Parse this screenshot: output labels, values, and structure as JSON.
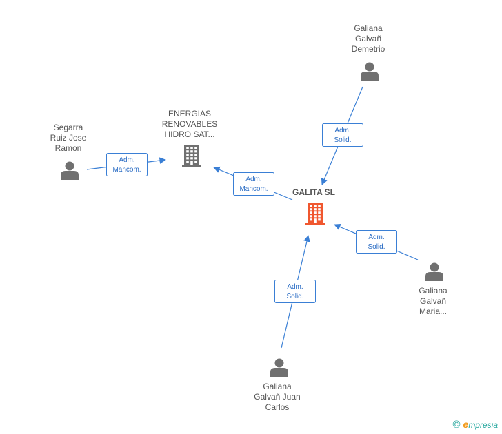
{
  "colors": {
    "edge": "#3a7fd5",
    "edge_text": "#2a6cc4",
    "person_icon": "#707070",
    "company_icon": "#707070",
    "main_company_icon": "#f0572f",
    "label": "#555555"
  },
  "nodes": [
    {
      "id": "galita",
      "type": "company",
      "main": true,
      "lines": [
        "GALITA SL"
      ]
    },
    {
      "id": "energias",
      "type": "company",
      "main": false,
      "lines": [
        "ENERGIAS",
        "RENOVABLES",
        "HIDRO SAT..."
      ]
    },
    {
      "id": "segarra",
      "type": "person",
      "lines": [
        "Segarra",
        "Ruiz Jose",
        "Ramon"
      ]
    },
    {
      "id": "demetrio",
      "type": "person",
      "lines": [
        "Galiana",
        "Galvañ",
        "Demetrio"
      ]
    },
    {
      "id": "maria",
      "type": "person",
      "lines": [
        "Galiana",
        "Galvañ",
        "Maria..."
      ]
    },
    {
      "id": "juancarlos",
      "type": "person",
      "lines": [
        "Galiana",
        "Galvañ Juan",
        "Carlos"
      ]
    }
  ],
  "edges": [
    {
      "id": "segarra-energias",
      "lines": [
        "Adm.",
        "Mancom."
      ]
    },
    {
      "id": "galita-energias",
      "lines": [
        "Adm.",
        "Mancom."
      ]
    },
    {
      "id": "demetrio-galita",
      "lines": [
        "Adm.",
        "Solid."
      ]
    },
    {
      "id": "maria-galita",
      "lines": [
        "Adm.",
        "Solid."
      ]
    },
    {
      "id": "juancarlos-galita",
      "lines": [
        "Adm.",
        "Solid."
      ]
    }
  ],
  "footer": {
    "copyright_symbol": "©",
    "brand_initial": "e",
    "brand_rest": "mpresia"
  }
}
